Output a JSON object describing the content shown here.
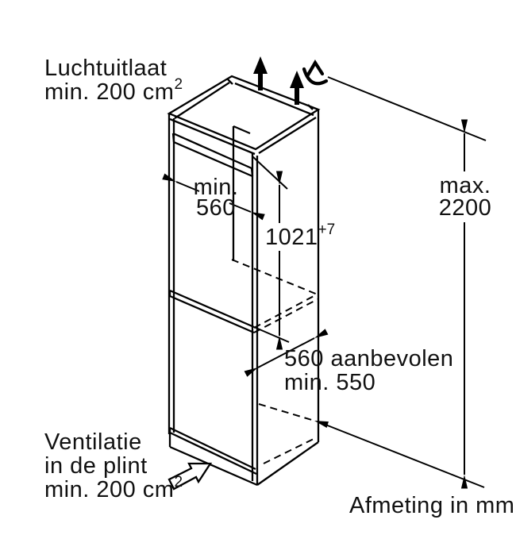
{
  "diagram": {
    "air_outlet_label": {
      "line1": "Luchtuitlaat",
      "line2_text": "min. 200 cm",
      "line2_sup": "2"
    },
    "niche_width_label": {
      "line1": "min.",
      "line2": "560"
    },
    "niche_height_label": {
      "value": "1021",
      "tolerance_sup": "+7"
    },
    "max_height_label": {
      "line1": "max.",
      "line2": "2200"
    },
    "depth_label": {
      "line1": "560 aanbevolen",
      "line2": "min. 550"
    },
    "plinth_vent_label": {
      "line1": "Ventilatie",
      "line2": "in de plint",
      "line3_text": "min. 200 cm",
      "line3_sup": "2"
    },
    "units_label": "Afmeting in mm",
    "colors": {
      "line": "#000000",
      "background": "#ffffff",
      "text": "#111111"
    }
  }
}
